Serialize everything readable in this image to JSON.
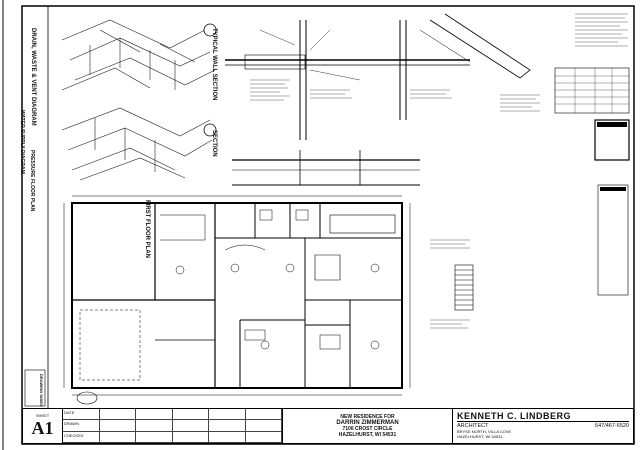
{
  "sheet": {
    "number_label": "SHEET",
    "number": "A1",
    "floor_plan_title": "FIRST FLOOR PLAN",
    "section_title_1": "TYPICAL WALL SECTION",
    "section_title_2": "SECTION",
    "left_title_1": "DRAIN, WASTE & VENT DIAGRAM",
    "left_title_2": "WATER SUPPLY DIAGRAM",
    "left_title_3": "PRESSURE FLOOR PLAN",
    "drawing_index": "DRAWING INDEX"
  },
  "title_block": {
    "project_line1": "NEW RESIDENCE FOR",
    "project_line2": "DARRIN ZIMMERMAN",
    "project_line3": "7106 CROST CIRCLE",
    "project_line4": "HAZELHURST, WI 54531",
    "architect_name": "KENNETH C. LINDBERG",
    "architect_title": "ARCHITECT",
    "architect_phone": "647/467-6520",
    "architect_addr1": "BRYSE NORTH, VILLA COVE",
    "architect_addr2": "HAZELHURST, WI 54531"
  },
  "grid_labels": [
    "DATE",
    "",
    "",
    "",
    "",
    "",
    "DRAWN",
    "",
    "",
    "",
    "",
    "",
    "CHECKED",
    "",
    "",
    "",
    "",
    ""
  ]
}
